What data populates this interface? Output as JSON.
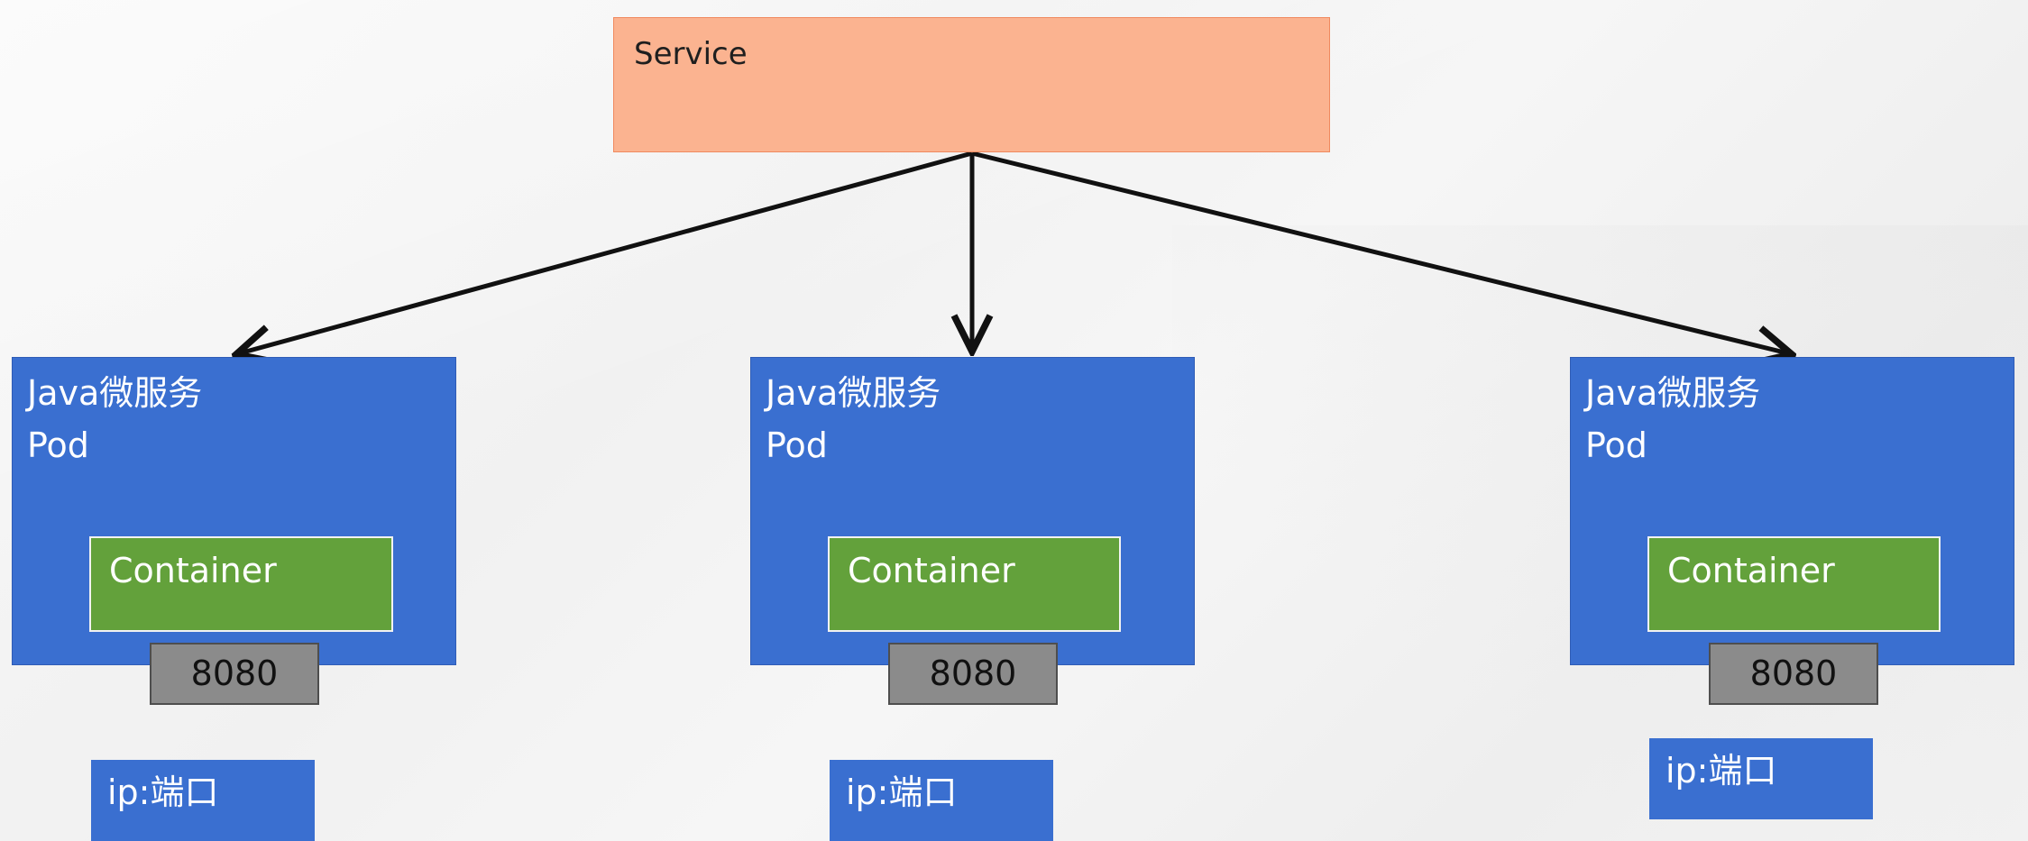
{
  "service": {
    "label": "Service"
  },
  "pods": [
    {
      "title_line1": "Java微服务",
      "title_line2": "Pod",
      "container_label": "Container",
      "port": "8080",
      "endpoint": "ip:端口"
    },
    {
      "title_line1": "Java微服务",
      "title_line2": "Pod",
      "container_label": "Container",
      "port": "8080",
      "endpoint": "ip:端口"
    },
    {
      "title_line1": "Java微服务",
      "title_line2": "Pod",
      "container_label": "Container",
      "port": "8080",
      "endpoint": "ip:端口"
    }
  ],
  "colors": {
    "service_fill": "#fbb390",
    "pod_fill": "#3a6fd0",
    "container_fill": "#63a13b",
    "port_fill": "#8b8b8b",
    "arrow": "#111111"
  }
}
